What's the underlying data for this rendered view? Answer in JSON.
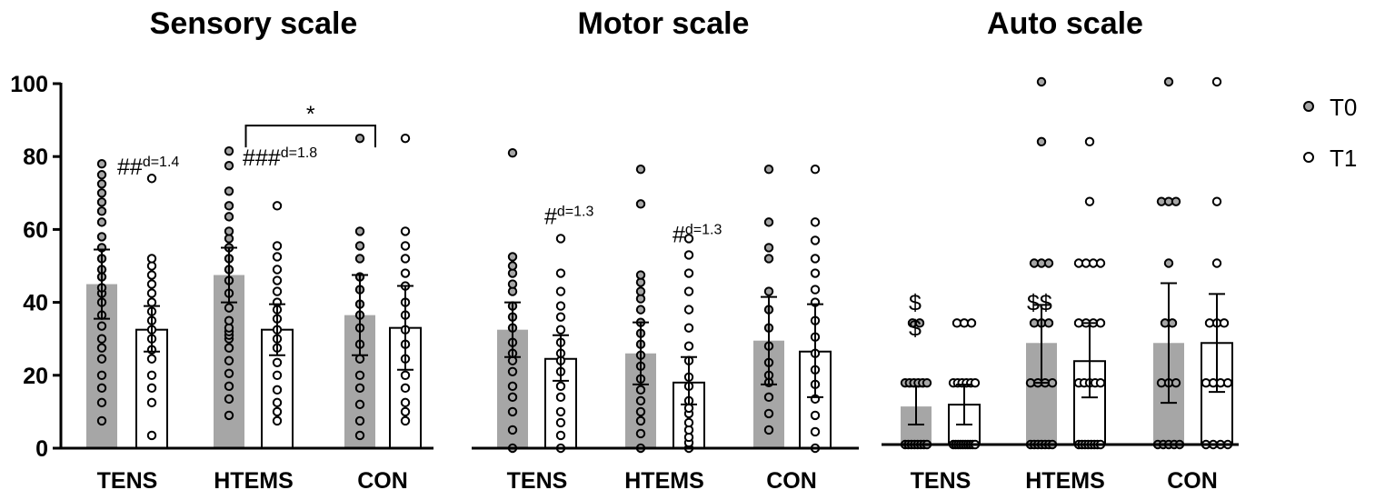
{
  "legend": {
    "position": "top-right",
    "entries": [
      {
        "label": "T0",
        "fill": "#a6a6a6"
      },
      {
        "label": "T1",
        "fill": "#ffffff"
      }
    ]
  },
  "colors": {
    "t0_bar": "#a6a6a6",
    "t1_bar": "#ffffff",
    "axis": "#000000",
    "point_stroke": "#000000"
  },
  "chart_data": [
    {
      "type": "bar",
      "title": "Sensory scale",
      "categories": [
        "TENS",
        "HTEMS",
        "CON"
      ],
      "ylim": [
        0,
        100
      ],
      "yticks": [
        "0",
        "20",
        "40",
        "60",
        "80",
        "100"
      ],
      "series": [
        {
          "name": "T0",
          "values": [
            45,
            47.5,
            36.5
          ],
          "error": [
            [
              35.5,
              54.5
            ],
            [
              40,
              55
            ],
            [
              25.5,
              47.5
            ]
          ],
          "points": [
            [
              7.5,
              12.5,
              16.5,
              20,
              24.5,
              27.5,
              30,
              33.5,
              36.5,
              40,
              42.5,
              44,
              47,
              49,
              52,
              55,
              58,
              62,
              65,
              67.5,
              70,
              72.5,
              75,
              78
            ],
            [
              9,
              13.5,
              17,
              20.5,
              24,
              27.5,
              30,
              31,
              32,
              33,
              35,
              38.5,
              42.5,
              46,
              49,
              52,
              55,
              57.5,
              59.5,
              63.5,
              66.5,
              70.5,
              77.5,
              81.5
            ],
            [
              3.5,
              7.5,
              12,
              16.5,
              20,
              24.5,
              28.5,
              33,
              36.5,
              39.5,
              43.5,
              47,
              52,
              55.5,
              59.5,
              85
            ]
          ]
        },
        {
          "name": "T1",
          "values": [
            32.5,
            32.5,
            33
          ],
          "error": [
            [
              26.5,
              39
            ],
            [
              25.5,
              39.5
            ],
            [
              21.5,
              44.5
            ]
          ],
          "points": [
            [
              3.5,
              12.5,
              16.5,
              20,
              24.5,
              27,
              30,
              32.5,
              35,
              37.5,
              40,
              42.5,
              45,
              47.5,
              50,
              52,
              74
            ],
            [
              7.5,
              10,
              12.5,
              16,
              20,
              23.5,
              27.5,
              30,
              32.5,
              35.5,
              38,
              40,
              43,
              46,
              49,
              52.5,
              55.5,
              66.5
            ],
            [
              7.5,
              10,
              12.5,
              16.5,
              20,
              24.5,
              28.5,
              32.5,
              36.5,
              40,
              44.5,
              48,
              52,
              55.5,
              59.5,
              85
            ]
          ]
        }
      ],
      "significance": [
        {
          "from": "HTEMS",
          "to": "CON",
          "label": "*",
          "y": 90.5
        }
      ],
      "annotations": [
        {
          "category": "TENS",
          "main": "##",
          "sup": "d=1.4",
          "y": 78.5
        },
        {
          "category": "HTEMS",
          "main": "###",
          "sup": "d=1.8",
          "y": 81
        }
      ]
    },
    {
      "type": "bar",
      "title": "Motor scale",
      "categories": [
        "TENS",
        "HTEMS",
        "CON"
      ],
      "ylim": [
        0,
        100
      ],
      "series": [
        {
          "name": "T0",
          "values": [
            32.5,
            26,
            29.5
          ],
          "error": [
            [
              25,
              40
            ],
            [
              17.5,
              34.5
            ],
            [
              17.5,
              41.5
            ]
          ],
          "points": [
            [
              0,
              5,
              10,
              14,
              17,
              21,
              24,
              26,
              29,
              33,
              36,
              39,
              43,
              45,
              48,
              50,
              52.5,
              81
            ],
            [
              0,
              4,
              7.5,
              10,
              13,
              16,
              19,
              22.5,
              25.5,
              28.5,
              31.5,
              34.5,
              38,
              41,
              43,
              45.5,
              47.5,
              67,
              76.5
            ],
            [
              5,
              9.5,
              14,
              18,
              20,
              23.5,
              28,
              33,
              38,
              43,
              52,
              55,
              62,
              76.5
            ]
          ]
        },
        {
          "name": "T1",
          "values": [
            24.5,
            18,
            26.5
          ],
          "error": [
            [
              18.5,
              31
            ],
            [
              12,
              25
            ],
            [
              14,
              39.5
            ]
          ],
          "points": [
            [
              0,
              3.5,
              7,
              10,
              14,
              17,
              21,
              24,
              26,
              29,
              32.5,
              36,
              39,
              43,
              48,
              57.5
            ],
            [
              0,
              1.5,
              3,
              5,
              7,
              9.5,
              11,
              13,
              17,
              19.5,
              24,
              28,
              33,
              38,
              43,
              48,
              53,
              57.5
            ],
            [
              0,
              4.5,
              9,
              13.5,
              17.5,
              21.5,
              26,
              30.5,
              35,
              40,
              43.5,
              48,
              52,
              57,
              62,
              76.5
            ]
          ]
        }
      ],
      "annotations": [
        {
          "category": "TENS",
          "main": "#",
          "sup": "d=1.3",
          "y": 65
        },
        {
          "category": "HTEMS",
          "main": "#",
          "sup": "d=1.3",
          "y": 60
        }
      ]
    },
    {
      "type": "bar",
      "title": "Auto scale",
      "categories": [
        "TENS",
        "HTEMS",
        "CON"
      ],
      "ylim": [
        0,
        100
      ],
      "series": [
        {
          "name": "T0",
          "values": [
            10.5,
            28,
            28
          ],
          "error": [
            [
              5.5,
              16
            ],
            [
              17,
              38.5
            ],
            [
              11.5,
              44.5
            ]
          ],
          "points": [
            [
              0,
              0,
              0,
              0,
              0,
              0,
              0,
              0,
              17,
              17,
              17,
              17,
              17,
              17,
              33.5,
              33.5
            ],
            [
              0,
              0,
              0,
              0,
              0,
              0,
              0,
              17,
              17,
              17,
              17,
              33.5,
              33.5,
              33.5,
              50,
              50,
              50,
              83.5,
              100
            ],
            [
              0,
              0,
              0,
              0,
              0,
              17,
              17,
              17,
              33.5,
              33.5,
              50,
              67,
              67,
              67,
              100
            ]
          ]
        },
        {
          "name": "T1",
          "values": [
            11,
            23,
            28
          ],
          "error": [
            [
              5.5,
              16.5
            ],
            [
              13,
              33.5
            ],
            [
              14.5,
              41.5
            ]
          ],
          "points": [
            [
              0,
              0,
              0,
              0,
              0,
              0,
              0,
              0,
              0,
              0,
              17,
              17,
              17,
              17,
              17,
              17,
              33.5,
              33.5,
              33.5
            ],
            [
              0,
              0,
              0,
              0,
              0,
              0,
              0,
              0,
              17,
              17,
              17,
              17,
              17,
              33.5,
              33.5,
              33.5,
              33.5,
              50,
              50,
              50,
              50,
              67,
              83.5
            ],
            [
              0,
              0,
              0,
              0,
              17,
              17,
              17,
              17,
              33.5,
              33.5,
              33.5,
              50,
              67,
              100
            ]
          ]
        }
      ],
      "annotations": [
        {
          "category": "TENS",
          "main": "$",
          "sup": "",
          "y": 40.5
        },
        {
          "category": "TENS",
          "main": "$",
          "sup": "",
          "y": 33.5
        },
        {
          "category": "HTEMS",
          "main": "$$",
          "sup": "",
          "y": 40.5
        }
      ]
    }
  ]
}
